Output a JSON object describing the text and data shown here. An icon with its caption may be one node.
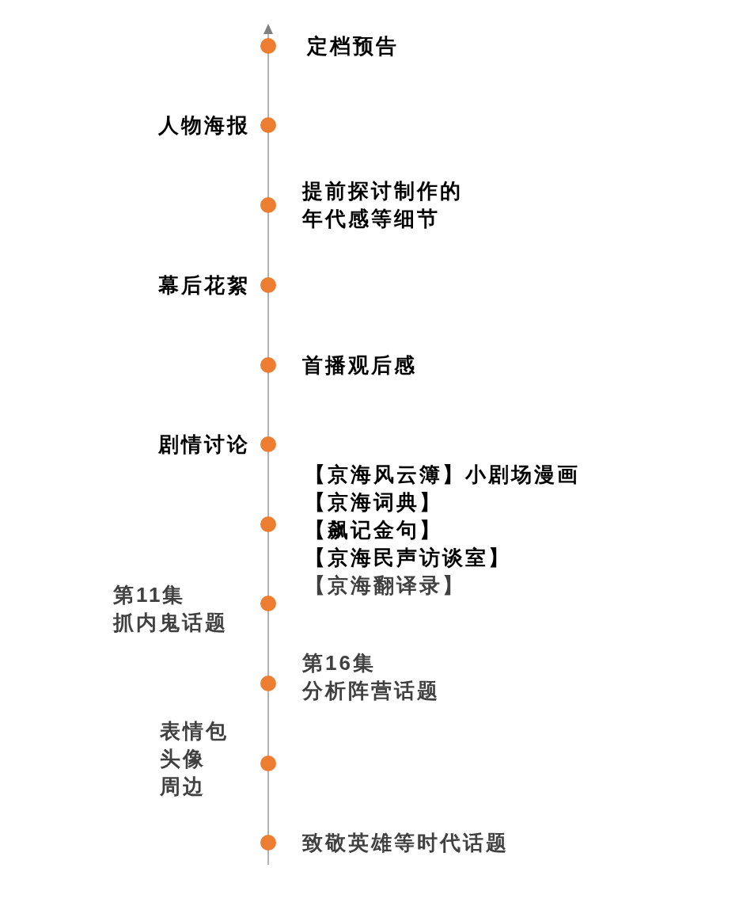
{
  "diagram": {
    "nodes": [
      {
        "text": [],
        "shape": "circle",
        "beside": [
          "定档预告"
        ]
      },
      {
        "text": [],
        "shape": "circle",
        "beside": [
          "人物海报"
        ]
      },
      {
        "text": [],
        "shape": "circle",
        "beside": [
          "提前探讨制作的年代感等细节"
        ]
      },
      {
        "text": [],
        "shape": "circle",
        "beside": [
          "幕后花絮"
        ]
      },
      {
        "text": [],
        "shape": "circle",
        "beside": [
          "首播观后感"
        ]
      },
      {
        "text": [],
        "shape": "circle",
        "beside": [
          "剧情讨论"
        ]
      },
      {
        "text": [],
        "shape": "circle",
        "beside": [
          "【京海风云簿】小剧场漫画",
          "【京海词典】",
          "【飙记金句】",
          "【京海民声访谈室】",
          "【京海翻译录】"
        ]
      },
      {
        "text": [],
        "shape": "circle",
        "beside": [
          "第11集",
          "抓内鬼话题"
        ]
      },
      {
        "text": [],
        "shape": "circle",
        "beside": [
          "第16集",
          "分析阵营话题"
        ]
      },
      {
        "text": [],
        "shape": "circle",
        "beside": [
          "表情包",
          "头像",
          "周边"
        ]
      },
      {
        "text": [],
        "shape": "circle",
        "beside": [
          "致敬英雄等时代话题"
        ]
      }
    ]
  }
}
